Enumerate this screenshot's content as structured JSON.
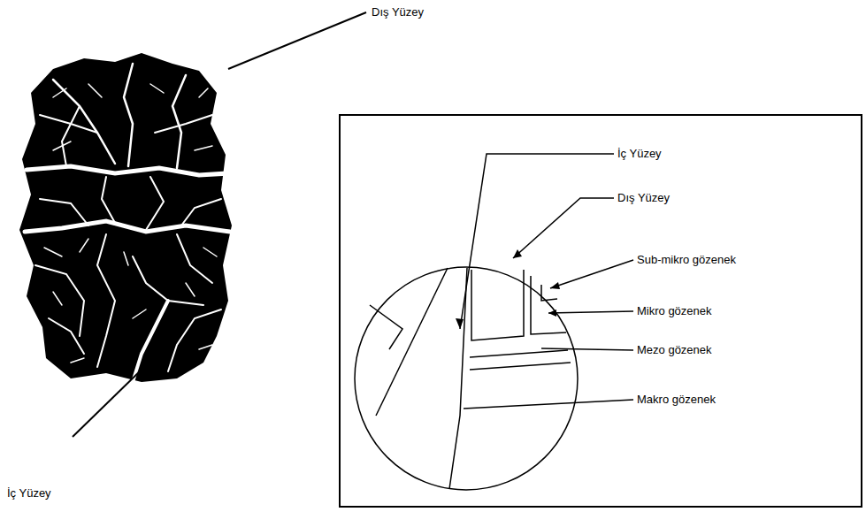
{
  "diagram": {
    "labels": [
      "Dış Yüzey",
      "İç Yüzey",
      "İç Yüzey",
      "Dış Yüzey",
      "Sub-mikro gözenek",
      "Mikro gözenek",
      "Mezo gözenek",
      "Makro gözenek"
    ]
  }
}
